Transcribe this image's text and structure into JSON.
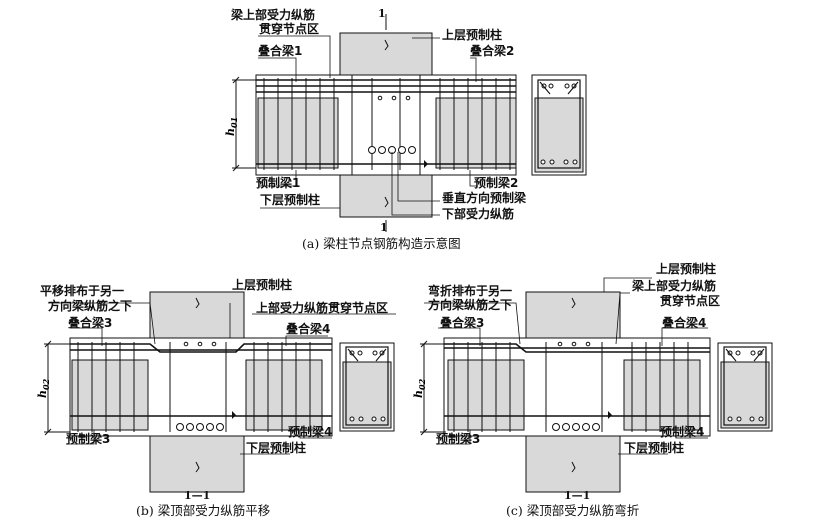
{
  "panel_a": {
    "caption": "(a) 梁柱节点钢筋构造示意图",
    "labels": {
      "through_bars_l1": "梁上部受力纵筋",
      "through_bars_l2": "贯穿节点区",
      "upper_column": "上层预制柱",
      "composite_beam_1": "叠合梁1",
      "composite_beam_2": "叠合梁2",
      "precast_beam_1": "预制梁1",
      "precast_beam_2": "预制梁2",
      "lower_column": "下层预制柱",
      "perp_beam_l1": "垂直方向预制梁",
      "perp_beam_l2": "下部受力纵筋",
      "section_mark_top": "1",
      "section_mark_bottom": "1",
      "height_symbol": "h",
      "height_sub": "01"
    }
  },
  "panel_b": {
    "caption": "(b) 梁顶部受力纵筋平移",
    "labels": {
      "shift_note_l1": "平移排布于另一",
      "shift_note_l2": "方向梁纵筋之下",
      "upper_column": "上层预制柱",
      "through_bars": "上部受力纵筋贯穿节点区",
      "composite_beam_3": "叠合梁3",
      "composite_beam_4": "叠合梁4",
      "precast_beam_3": "预制梁3",
      "precast_beam_4": "预制梁4",
      "lower_column": "下层预制柱",
      "section": "1—1",
      "height_symbol": "h",
      "height_sub": "02"
    }
  },
  "panel_c": {
    "caption": "(c) 梁顶部受力纵筋弯折",
    "labels": {
      "bend_note_l1": "弯折排布于另一",
      "bend_note_l2": "方向梁纵筋之下",
      "upper_column": "上层预制柱",
      "through_bars_l1": "梁上部受力纵筋",
      "through_bars_l2": "贯穿节点区",
      "composite_beam_3": "叠合梁3",
      "composite_beam_4": "叠合梁4",
      "precast_beam_3": "预制梁3",
      "precast_beam_4": "预制梁4",
      "lower_column": "下层预制柱",
      "section": "1—1",
      "height_symbol": "h",
      "height_sub": "02"
    }
  },
  "colors": {
    "concrete": "#d9d9d9",
    "line": "#111111"
  }
}
